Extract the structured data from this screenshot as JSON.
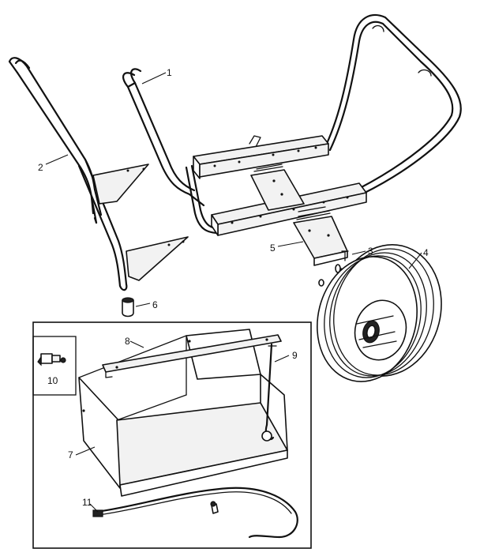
{
  "diagram": {
    "callouts": {
      "c1": "1",
      "c2": "2",
      "c3": "3",
      "c4": "4",
      "c5": "5",
      "c6": "6",
      "c7": "7",
      "c8": "8",
      "c9": "9",
      "c10": "10",
      "c11": "11"
    }
  }
}
